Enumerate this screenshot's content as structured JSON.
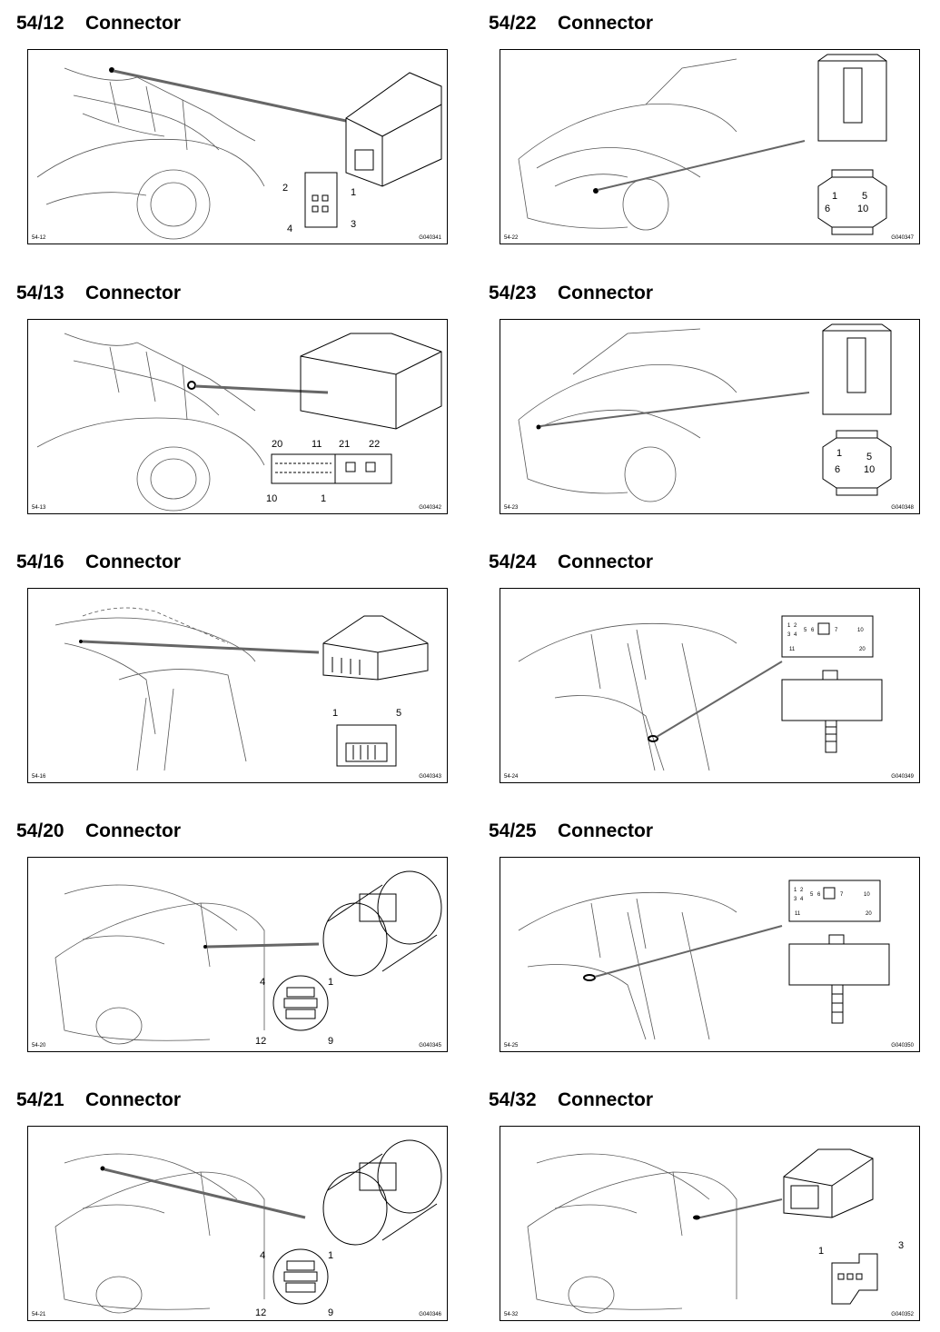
{
  "sections": [
    {
      "code": "54/12",
      "label": "Connector",
      "ref": "54-12",
      "fig": "G040341",
      "pins": [
        "2",
        "1",
        "4",
        "3"
      ]
    },
    {
      "code": "54/22",
      "label": "Connector",
      "ref": "54-22",
      "fig": "G040347",
      "pins": [
        "1",
        "5",
        "6",
        "10"
      ]
    },
    {
      "code": "54/13",
      "label": "Connector",
      "ref": "54-13",
      "fig": "G040342",
      "pins": [
        "20",
        "11",
        "21",
        "22",
        "10",
        "1"
      ]
    },
    {
      "code": "54/23",
      "label": "Connector",
      "ref": "54-23",
      "fig": "G040348",
      "pins": [
        "1",
        "5",
        "6",
        "10"
      ]
    },
    {
      "code": "54/16",
      "label": "Connector",
      "ref": "54-16",
      "fig": "G040343",
      "pins": [
        "1",
        "5"
      ]
    },
    {
      "code": "54/24",
      "label": "Connector",
      "ref": "54-24",
      "fig": "G040349",
      "pins": [
        "1",
        "2",
        "3",
        "4",
        "5",
        "6",
        "7",
        "10",
        "11",
        "20"
      ]
    },
    {
      "code": "54/20",
      "label": "Connector",
      "ref": "54-20",
      "fig": "G040345",
      "pins": [
        "4",
        "1",
        "12",
        "9"
      ]
    },
    {
      "code": "54/25",
      "label": "Connector",
      "ref": "54-25",
      "fig": "G040350",
      "pins": [
        "1",
        "2",
        "3",
        "4",
        "5",
        "6",
        "7",
        "10",
        "11",
        "20"
      ]
    },
    {
      "code": "54/21",
      "label": "Connector",
      "ref": "54-21",
      "fig": "G040346",
      "pins": [
        "4",
        "1",
        "12",
        "9"
      ]
    },
    {
      "code": "54/32",
      "label": "Connector",
      "ref": "54-32",
      "fig": "G040352",
      "pins": [
        "1",
        "3"
      ]
    }
  ]
}
